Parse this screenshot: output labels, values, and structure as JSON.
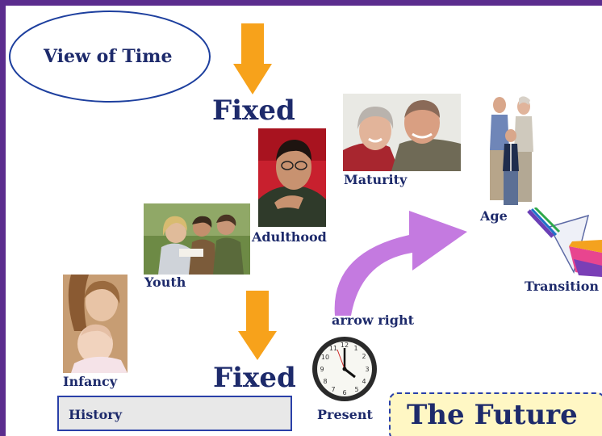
{
  "view_of_time": "View of Time",
  "fixed_top": "Fixed",
  "fixed_bottom": "Fixed",
  "stages": {
    "infancy": "Infancy",
    "youth": "Youth",
    "adulthood": "Adulthood",
    "maturity": "Maturity",
    "age": "Age"
  },
  "transition": "Transition",
  "arrow_right": "arrow right",
  "present": "Present",
  "history": "History",
  "the_future": "The Future",
  "colors": {
    "frame": "#5b2d8e",
    "text": "#1d2a6b",
    "arrow_orange": "#f7a21b",
    "arrow_purple": "#c47ae0"
  }
}
